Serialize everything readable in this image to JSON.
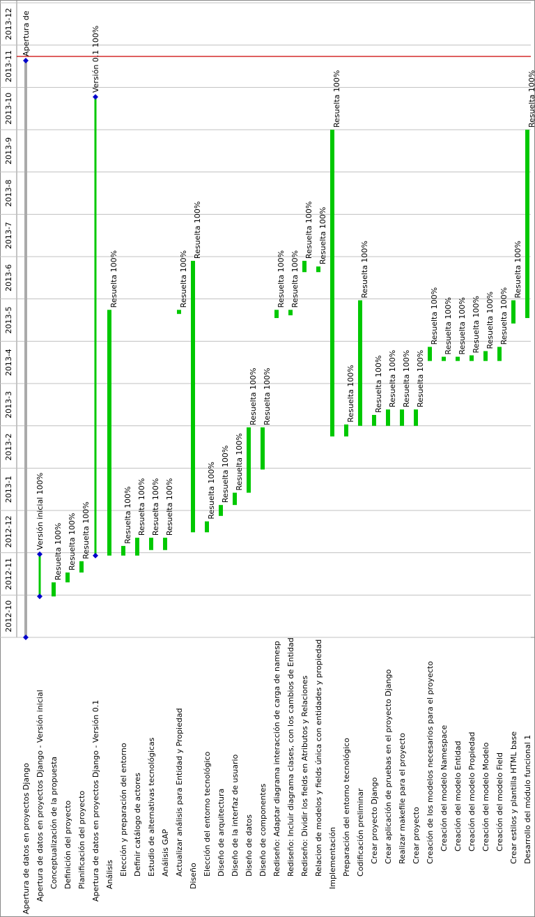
{
  "chart_data": {
    "type": "gantt",
    "orientation": "rotated-90",
    "months": [
      "2012-10",
      "2012-11",
      "2012-12",
      "2013-1",
      "2013-2",
      "2013-3",
      "2013-4",
      "2013-5",
      "2013-6",
      "2013-7",
      "2013-8",
      "2013-9",
      "2013-10",
      "2013-11",
      "2013-12"
    ],
    "today_line": "2013-11-23",
    "colors": {
      "bar": "#00c800",
      "parent": "#aaaaaa",
      "milestone": "#0000cc",
      "today": "#cc0000",
      "grid": "#c0c0c0"
    },
    "tasks": [
      {
        "name": "Apertura de datos en proyectos Django",
        "level": 0,
        "kind": "project",
        "start": "2012-10-01",
        "end": "2013-11-20",
        "label": "Apertura de"
      },
      {
        "name": "Apertura de datos en proyectos Django - Versión inicial",
        "level": 1,
        "kind": "version",
        "start": "2012-10-31",
        "end": "2012-11-30",
        "label": "Versión inicial 100%"
      },
      {
        "name": "Conceptualización de la propuesta",
        "level": 2,
        "kind": "task",
        "start": "2012-10-31",
        "end": "2012-11-10",
        "label": "Resuelta 100%"
      },
      {
        "name": "Definición del proyecto",
        "level": 2,
        "kind": "task",
        "start": "2012-11-10",
        "end": "2012-11-17",
        "label": "Resuelta 100%"
      },
      {
        "name": "Planificación del proyecto",
        "level": 2,
        "kind": "task",
        "start": "2012-11-17",
        "end": "2012-11-25",
        "label": "Resuelta 100%"
      },
      {
        "name": "Apertura de datos en proyectos Django - Versión 0.1",
        "level": 1,
        "kind": "version",
        "start": "2012-11-29",
        "end": "2013-10-25",
        "label": "Versión 0.1 100%"
      },
      {
        "name": "Análisis",
        "level": 2,
        "kind": "task",
        "start": "2012-11-29",
        "end": "2013-5-24",
        "label": "Resuelta 100%"
      },
      {
        "name": "Elección y preparación del entorno",
        "level": 3,
        "kind": "task",
        "start": "2012-11-29",
        "end": "2012-12-6",
        "label": "Resuelta 100%"
      },
      {
        "name": "Definir catálogo de actores",
        "level": 3,
        "kind": "task",
        "start": "2012-11-29",
        "end": "2012-12-12",
        "label": "Resuelta 100%"
      },
      {
        "name": "Estudio de alternativas tecnológicas",
        "level": 3,
        "kind": "task",
        "start": "2012-12-3",
        "end": "2012-12-12",
        "label": "Resuelta 100%"
      },
      {
        "name": "Análisis GAP",
        "level": 3,
        "kind": "task",
        "start": "2012-12-3",
        "end": "2012-12-12",
        "label": "Resuelta 100%"
      },
      {
        "name": "Actualizar análisis para Entidad y Propiedad",
        "level": 3,
        "kind": "task",
        "start": "2013-5-21",
        "end": "2013-5-24",
        "label": "Resuelta 100%"
      },
      {
        "name": "Diseño",
        "level": 2,
        "kind": "task",
        "start": "2012-12-16",
        "end": "2013-6-28",
        "label": "Resuelta 100%"
      },
      {
        "name": "Elección del entorno tecnológico",
        "level": 3,
        "kind": "task",
        "start": "2012-12-16",
        "end": "2012-12-24",
        "label": "Resuelta 100%"
      },
      {
        "name": "Diseño de arquitectura",
        "level": 3,
        "kind": "task",
        "start": "2012-12-28",
        "end": "2013-1-5",
        "label": "Resuelta 100%"
      },
      {
        "name": "Diseño de la interfaz de usuario",
        "level": 3,
        "kind": "task",
        "start": "2013-1-5",
        "end": "2013-1-14",
        "label": "Resuelta 100%"
      },
      {
        "name": "Diseño de datos",
        "level": 3,
        "kind": "task",
        "start": "2013-1-14",
        "end": "2013-2-28",
        "label": "Resuelta 100%"
      },
      {
        "name": "Diseño de componentes",
        "level": 3,
        "kind": "task",
        "start": "2013-1-31",
        "end": "2013-2-28",
        "label": "Resuelta 100%"
      },
      {
        "name": "Rediseño: Adaptar diagrama interacción de carga de namesp",
        "level": 3,
        "kind": "task",
        "start": "2013-5-18",
        "end": "2013-5-24",
        "label": "Resuelta 100%"
      },
      {
        "name": "Rediseño: Incluir diagrama clases, con los cambios de Entidad",
        "level": 3,
        "kind": "task",
        "start": "2013-5-20",
        "end": "2013-5-24",
        "label": "Resuelta 100%"
      },
      {
        "name": "Rediseño: Dividir los fields en Atributos y Relaciones",
        "level": 3,
        "kind": "task",
        "start": "2013-6-20",
        "end": "2013-6-28",
        "label": "Resuelta 100%"
      },
      {
        "name": "Relacion de modelos y fields única con entidades y propiedad",
        "level": 3,
        "kind": "task",
        "start": "2013-6-20",
        "end": "2013-6-24",
        "label": "Resuelta 100%"
      },
      {
        "name": "Implementación",
        "level": 2,
        "kind": "task",
        "start": "2013-2-22",
        "end": "2013-10-1",
        "label": "Resuelta 100%"
      },
      {
        "name": "Preparación del entorno tecnológico",
        "level": 3,
        "kind": "task",
        "start": "2013-2-22",
        "end": "2013-3-2",
        "label": "Resuelta 100%"
      },
      {
        "name": "Codificación preliminar",
        "level": 3,
        "kind": "task",
        "start": "2013-3-1",
        "end": "2013-5-31",
        "label": "Resuelta 100%"
      },
      {
        "name": "Crear proyecto Django",
        "level": 4,
        "kind": "task",
        "start": "2013-3-1",
        "end": "2013-3-9",
        "label": "Resuelta 100%"
      },
      {
        "name": "Crear aplicación de pruebas en el proyecto Django",
        "level": 4,
        "kind": "task",
        "start": "2013-3-1",
        "end": "2013-3-13",
        "label": "Resuelta 100%"
      },
      {
        "name": "Realizar makefile para el proyecto",
        "level": 4,
        "kind": "task",
        "start": "2013-3-1",
        "end": "2013-3-13",
        "label": "Resuelta 100%"
      },
      {
        "name": "Crear proyecto",
        "level": 4,
        "kind": "task",
        "start": "2013-3-1",
        "end": "2013-3-13",
        "label": "Resuelta 100%"
      },
      {
        "name": "Creación de los modelos necesarios para el proyecto",
        "level": 4,
        "kind": "task",
        "start": "2013-4-17",
        "end": "2013-4-27",
        "label": "Resuelta 100%"
      },
      {
        "name": "Creación del modelo Namespace",
        "level": 5,
        "kind": "task",
        "start": "2013-4-17",
        "end": "2013-4-20",
        "label": "Resuelta 100%"
      },
      {
        "name": "Creación del modelo Entidad",
        "level": 5,
        "kind": "task",
        "start": "2013-4-17",
        "end": "2013-4-20",
        "label": "Resuelta 100%"
      },
      {
        "name": "Creación del modelo Propiedad",
        "level": 5,
        "kind": "task",
        "start": "2013-4-17",
        "end": "2013-4-21",
        "label": "Resuelta 100%"
      },
      {
        "name": "Creación del modelo Modelo",
        "level": 5,
        "kind": "task",
        "start": "2013-4-17",
        "end": "2013-4-24",
        "label": "Resuelta 100%"
      },
      {
        "name": "Creación del modelo Field",
        "level": 5,
        "kind": "task",
        "start": "2013-4-17",
        "end": "2013-4-27",
        "label": "Resuelta 100%"
      },
      {
        "name": "Crear estilos y plantilla HTML base",
        "level": 4,
        "kind": "task",
        "start": "2013-5-14",
        "end": "2013-5-31",
        "label": "Resuelta 100%"
      },
      {
        "name": "Desarrollo del módulo funcional 1",
        "level": 4,
        "kind": "task",
        "start": "2013-5-18",
        "end": "2013-10-1",
        "label": "Resuelta 100%"
      }
    ]
  }
}
